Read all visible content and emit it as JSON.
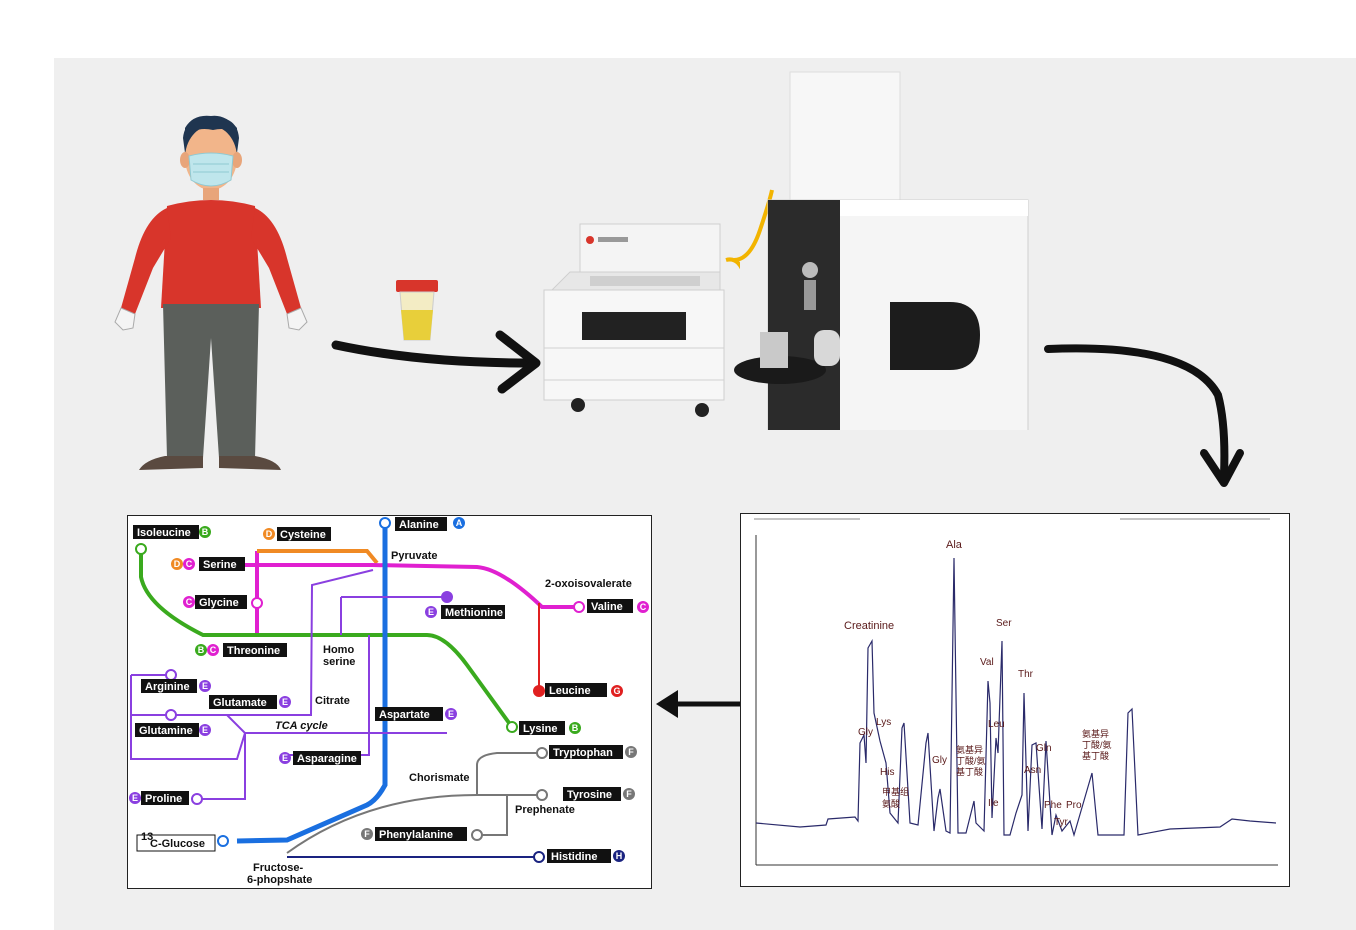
{
  "colors": {
    "background": "#efefef",
    "orange": "#f08a24",
    "magenta": "#e020d0",
    "green": "#3aaa1e",
    "blue": "#1a6fe0",
    "purple": "#8a3fe0",
    "red": "#e02020",
    "gray": "#777777",
    "navy": "#1a2380"
  },
  "metabolic_map": {
    "nodes": {
      "isoleucine": "Isoleucine",
      "cysteine": "Cysteine",
      "alanine": "Alanine",
      "serine": "Serine",
      "pyruvate": "Pyruvate",
      "oxoisovalerate": "2-oxoisovalerate",
      "glycine": "Glycine",
      "methionine": "Methionine",
      "valine": "Valine",
      "threonine": "Threonine",
      "homo1": "Homo",
      "homo2": "serine",
      "leucine": "Leucine",
      "arginine": "Arginine",
      "citrate": "Citrate",
      "glutamate": "Glutamate",
      "aspartate": "Aspartate",
      "lysine": "Lysine",
      "glutamine": "Glutamine",
      "tca": "TCA cycle",
      "asparagine": "Asparagine",
      "tryptophan": "Tryptophan",
      "chorismate": "Chorismate",
      "tyrosine": "Tyrosine",
      "proline": "Proline",
      "prephenate": "Prephenate",
      "glucose_sup": "13",
      "glucose": "C-Glucose",
      "phenylalanine": "Phenylalanine",
      "histidine": "Histidine",
      "f6p1": "Fructose-",
      "f6p2": "6-phopshate"
    },
    "badges": {
      "A": "A",
      "B": "B",
      "C": "C",
      "D": "D",
      "E": "E",
      "F": "F",
      "G": "G",
      "H": "H"
    }
  },
  "chromatogram": {
    "peaks": {
      "creatinine": "Creatinine",
      "ala": "Ala",
      "gly1": "Gly",
      "lys": "Lys",
      "his": "His",
      "jia1": "甲基组",
      "jia2": "氨酸",
      "gly2": "Gly",
      "ami1": "氨基异",
      "ami2": "丁酸/氨",
      "ami3": "基丁酸",
      "val": "Val",
      "ser": "Ser",
      "leu": "Leu",
      "ile": "Ile",
      "thr": "Thr",
      "gln": "Gln",
      "asn": "Asn",
      "phe": "Phe",
      "tyr": "Tyr",
      "pro": "Pro",
      "amb1": "氨基异",
      "amb2": "丁酸/氨",
      "amb3": "基丁酸"
    }
  }
}
